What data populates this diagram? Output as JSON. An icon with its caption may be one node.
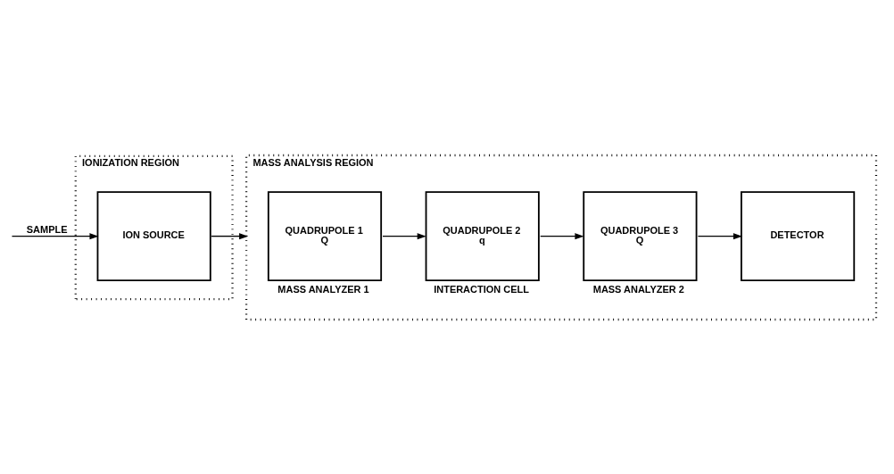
{
  "diagram": {
    "nodes": [
      {
        "text": [
          "IONIZATION REGION"
        ]
      },
      {
        "text": [
          "ION SOURCE"
        ],
        "in": 0
      },
      {
        "text": [
          "MASS ANALYSIS REGION"
        ]
      },
      {
        "text": [
          "QUADRUPOLE 1",
          "Q"
        ],
        "beside": [
          "MASS ANALYZER 1"
        ],
        "in": 2
      },
      {
        "text": [
          "QUADRUPOLE 2",
          "q"
        ],
        "beside": [
          "INTERACTION CELL"
        ],
        "in": 2
      },
      {
        "text": [
          "QUADRUPOLE 3",
          "Q"
        ],
        "beside": [
          "MASS ANALYZER 2"
        ],
        "in": 2
      },
      {
        "text": [
          "DETECTOR"
        ],
        "in": 2
      }
    ],
    "edges": [
      {
        "from": null,
        "to": 1,
        "arrow": "to",
        "label": "SAMPLE"
      },
      {
        "from": 1,
        "to": 2,
        "arrow": "to"
      },
      {
        "from": 3,
        "to": 4,
        "arrow": "to"
      },
      {
        "from": 4,
        "to": 5,
        "arrow": "to"
      },
      {
        "from": 5,
        "to": 6,
        "arrow": "to"
      }
    ]
  }
}
